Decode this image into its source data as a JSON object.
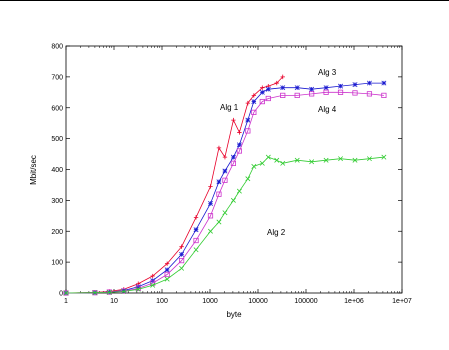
{
  "chart_data": {
    "type": "line",
    "title": "",
    "xlabel": "byte",
    "ylabel": "Mbit/sec",
    "xscale": "log",
    "xlim": [
      1,
      10000000
    ],
    "ylim": [
      0,
      800
    ],
    "grid": false,
    "legend": "none (series labelled directly on plot)",
    "x_ticks": [
      1,
      10,
      100,
      1000,
      10000,
      100000,
      1000000,
      10000000
    ],
    "x_tick_labels": [
      "1",
      "10",
      "100",
      "1000",
      "10000",
      "100000",
      "1e+06",
      "1e+07"
    ],
    "y_ticks": [
      0,
      100,
      200,
      300,
      400,
      500,
      600,
      700,
      800
    ],
    "y_tick_labels": [
      "0",
      "100",
      "200",
      "300",
      "400",
      "500",
      "600",
      "700",
      "800"
    ],
    "series": [
      {
        "name": "Alg 1",
        "color": "#e8002a",
        "marker": "plus",
        "x": [
          1,
          4,
          8,
          16,
          32,
          64,
          128,
          256,
          512,
          1024,
          1536,
          2048,
          3072,
          4096,
          6144,
          8192,
          12288,
          16384,
          24576,
          32768
        ],
        "y": [
          0,
          2,
          5,
          12,
          30,
          55,
          95,
          150,
          245,
          345,
          470,
          440,
          560,
          520,
          615,
          640,
          665,
          670,
          680,
          700
        ]
      },
      {
        "name": "Alg 3",
        "color": "#1a1ad0",
        "marker": "star",
        "x": [
          1,
          4,
          8,
          16,
          32,
          64,
          128,
          256,
          512,
          1024,
          1536,
          2048,
          3072,
          4096,
          6144,
          8192,
          12288,
          16384,
          32768,
          65536,
          131072,
          262144,
          524288,
          1048576,
          2097152,
          4194304
        ],
        "y": [
          0,
          1,
          3,
          8,
          20,
          40,
          75,
          125,
          205,
          290,
          360,
          395,
          440,
          480,
          560,
          620,
          650,
          660,
          665,
          665,
          660,
          665,
          670,
          675,
          680,
          680
        ]
      },
      {
        "name": "Alg 4",
        "color": "#cc33cc",
        "marker": "square",
        "x": [
          1,
          4,
          8,
          16,
          32,
          64,
          128,
          256,
          512,
          1024,
          1536,
          2048,
          3072,
          4096,
          6144,
          8192,
          12288,
          16384,
          32768,
          65536,
          131072,
          262144,
          524288,
          1048576,
          2097152,
          4194304
        ],
        "y": [
          0,
          1,
          3,
          6,
          15,
          32,
          60,
          105,
          170,
          250,
          320,
          365,
          420,
          460,
          525,
          585,
          620,
          630,
          640,
          640,
          645,
          650,
          650,
          648,
          645,
          640
        ]
      },
      {
        "name": "Alg 2",
        "color": "#33cc33",
        "marker": "cross",
        "x": [
          1,
          4,
          8,
          16,
          32,
          64,
          128,
          256,
          512,
          1024,
          1536,
          2048,
          3072,
          4096,
          6144,
          8192,
          12288,
          16384,
          24576,
          32768,
          65536,
          131072,
          262144,
          524288,
          1048576,
          2097152,
          4194304
        ],
        "y": [
          0,
          1,
          2,
          5,
          12,
          25,
          45,
          80,
          140,
          200,
          230,
          260,
          300,
          330,
          370,
          410,
          420,
          440,
          430,
          420,
          430,
          425,
          430,
          435,
          430,
          435,
          440
        ]
      }
    ]
  }
}
